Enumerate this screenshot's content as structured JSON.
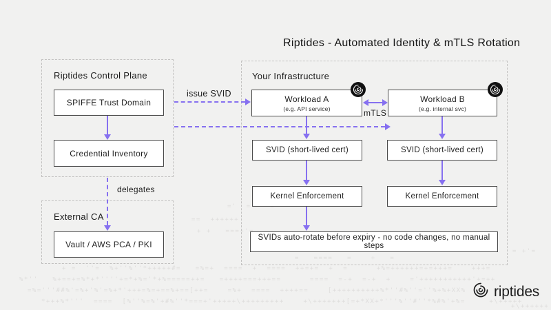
{
  "title": "Riptides - Automated Identity & mTLS Rotation",
  "panels": {
    "control_plane": {
      "label": "Riptides Control Plane"
    },
    "external_ca": {
      "label": "External CA"
    },
    "infrastructure": {
      "label": "Your Infrastructure"
    }
  },
  "nodes": {
    "spiffe": "SPIFFE Trust Domain",
    "credential": "Credential Inventory",
    "vault": "Vault / AWS PCA / PKI",
    "workload_a_title": "Workload A",
    "workload_a_subtitle": "(e.g. API service)",
    "workload_b_title": "Workload B",
    "workload_b_subtitle": "(e.g. internal svc)",
    "svid_a": "SVID (short-lived cert)",
    "svid_b": "SVID (short-lived cert)",
    "kernel_a": "Kernel Enforcement",
    "kernel_b": "Kernel Enforcement",
    "rotation_note": "SVIDs auto-rotate before expiry - no code changes, no manual steps"
  },
  "edge_labels": {
    "issue_svid": "issue SVID",
    "delegates": "delegates",
    "mtls": "mTLS"
  },
  "logo": {
    "wordmark": "riptides"
  },
  "colors": {
    "accent": "#8670f0",
    "background": "#f1f1f0",
    "node_border": "#4a4a4a",
    "panel_border": "#c2c1c0",
    "badge_fill": "#111111",
    "text": "#1d1d1d"
  },
  "noise": {
    "lines": [
      "+ =  ''=  %+''%''*+++++#=   =%=+  ====  +  ====  ++=+=  +  =      +%=++++++=+=+++=    +++=",
      "%*''   %+==+=%*+*''''+=*+%='*+%=====++=   =++++===+++==      ====  =-+  =-+  +    ='+++++++++++'+=++",
      "=%='''##%'=%+'%'=%+*'+++=%=+==%+==[++=    =%+  ====  ++++==    [++++++++++%*''#%''=''%+%+XX%",
      "*+++%*'''  ====  [%''%=%'+#%''*===+'+++++\\+++++++++    +\\+++++++[=+*XX+*'''%''#''*%#%'+%=     +\\+++++",
      "==  ++++++",
      "+ +   ===+'=",
      "='  =  ' =",
      "=   ====   =    +   =",
      "= +'=",
      "+\\++++++"
    ]
  }
}
